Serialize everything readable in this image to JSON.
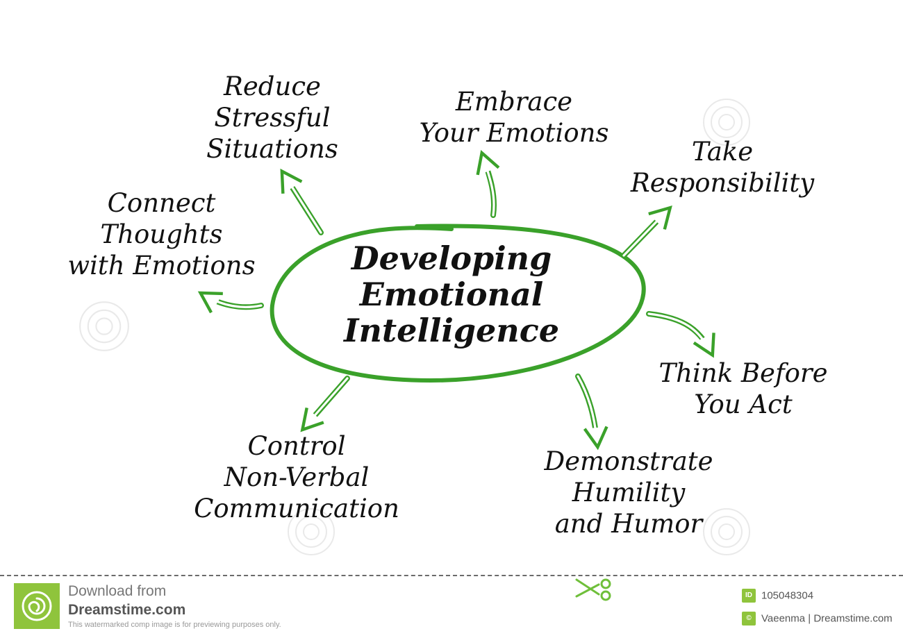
{
  "diagram": {
    "accent_color": "#3aa12a",
    "center": {
      "lines": [
        "Developing",
        "Emotional",
        "Intelligence"
      ]
    },
    "nodes": [
      {
        "id": "reduce-stress",
        "lines": [
          "Reduce",
          "Stressful",
          "Situations"
        ]
      },
      {
        "id": "embrace-emotions",
        "lines": [
          "Embrace",
          "Your Emotions"
        ]
      },
      {
        "id": "take-responsibility",
        "lines": [
          "Take",
          "Responsibility"
        ]
      },
      {
        "id": "connect-thoughts",
        "lines": [
          "Connect",
          "Thoughts",
          "with Emotions"
        ]
      },
      {
        "id": "think-before-act",
        "lines": [
          "Think Before",
          "You Act"
        ]
      },
      {
        "id": "control-nonverbal",
        "lines": [
          "Control",
          "Non-Verbal",
          "Communication"
        ]
      },
      {
        "id": "demonstrate-humility",
        "lines": [
          "Demonstrate",
          "Humility",
          "and Humor"
        ]
      }
    ]
  },
  "watermark": {
    "download_from": "Download from",
    "site": "Dreamstime.com",
    "note": "This watermarked comp image is for previewing purposes only.",
    "id_badge": "ID",
    "image_id": "105048304",
    "author_badge": "©",
    "author": "Vaeenma | Dreamstime.com",
    "logo_icon": "dreamstime-spiral-icon",
    "scissors_icon": "scissors-icon"
  }
}
